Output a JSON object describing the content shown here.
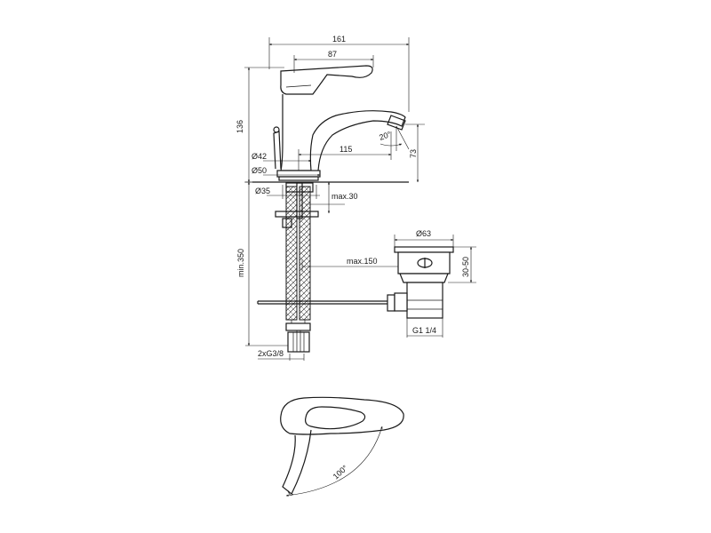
{
  "dimensions": {
    "total_length": "161",
    "lever_length": "87",
    "height": "136",
    "spout_angle": "20°",
    "spout_height": "73",
    "spout_reach": "115",
    "base_dia_42": "Ø42",
    "base_dia_50": "Ø50",
    "hole_dia_35": "Ø35",
    "deck_thickness": "max.30",
    "hose_length": "min.350",
    "rod_length": "max.150",
    "waste_dia": "Ø63",
    "waste_range": "30-50",
    "waste_thread": "G1 1/4",
    "hose_thread": "2xG3/8",
    "lever_rotation": "100°"
  },
  "colors": {
    "line": "#1a1a1a",
    "background": "#ffffff"
  }
}
